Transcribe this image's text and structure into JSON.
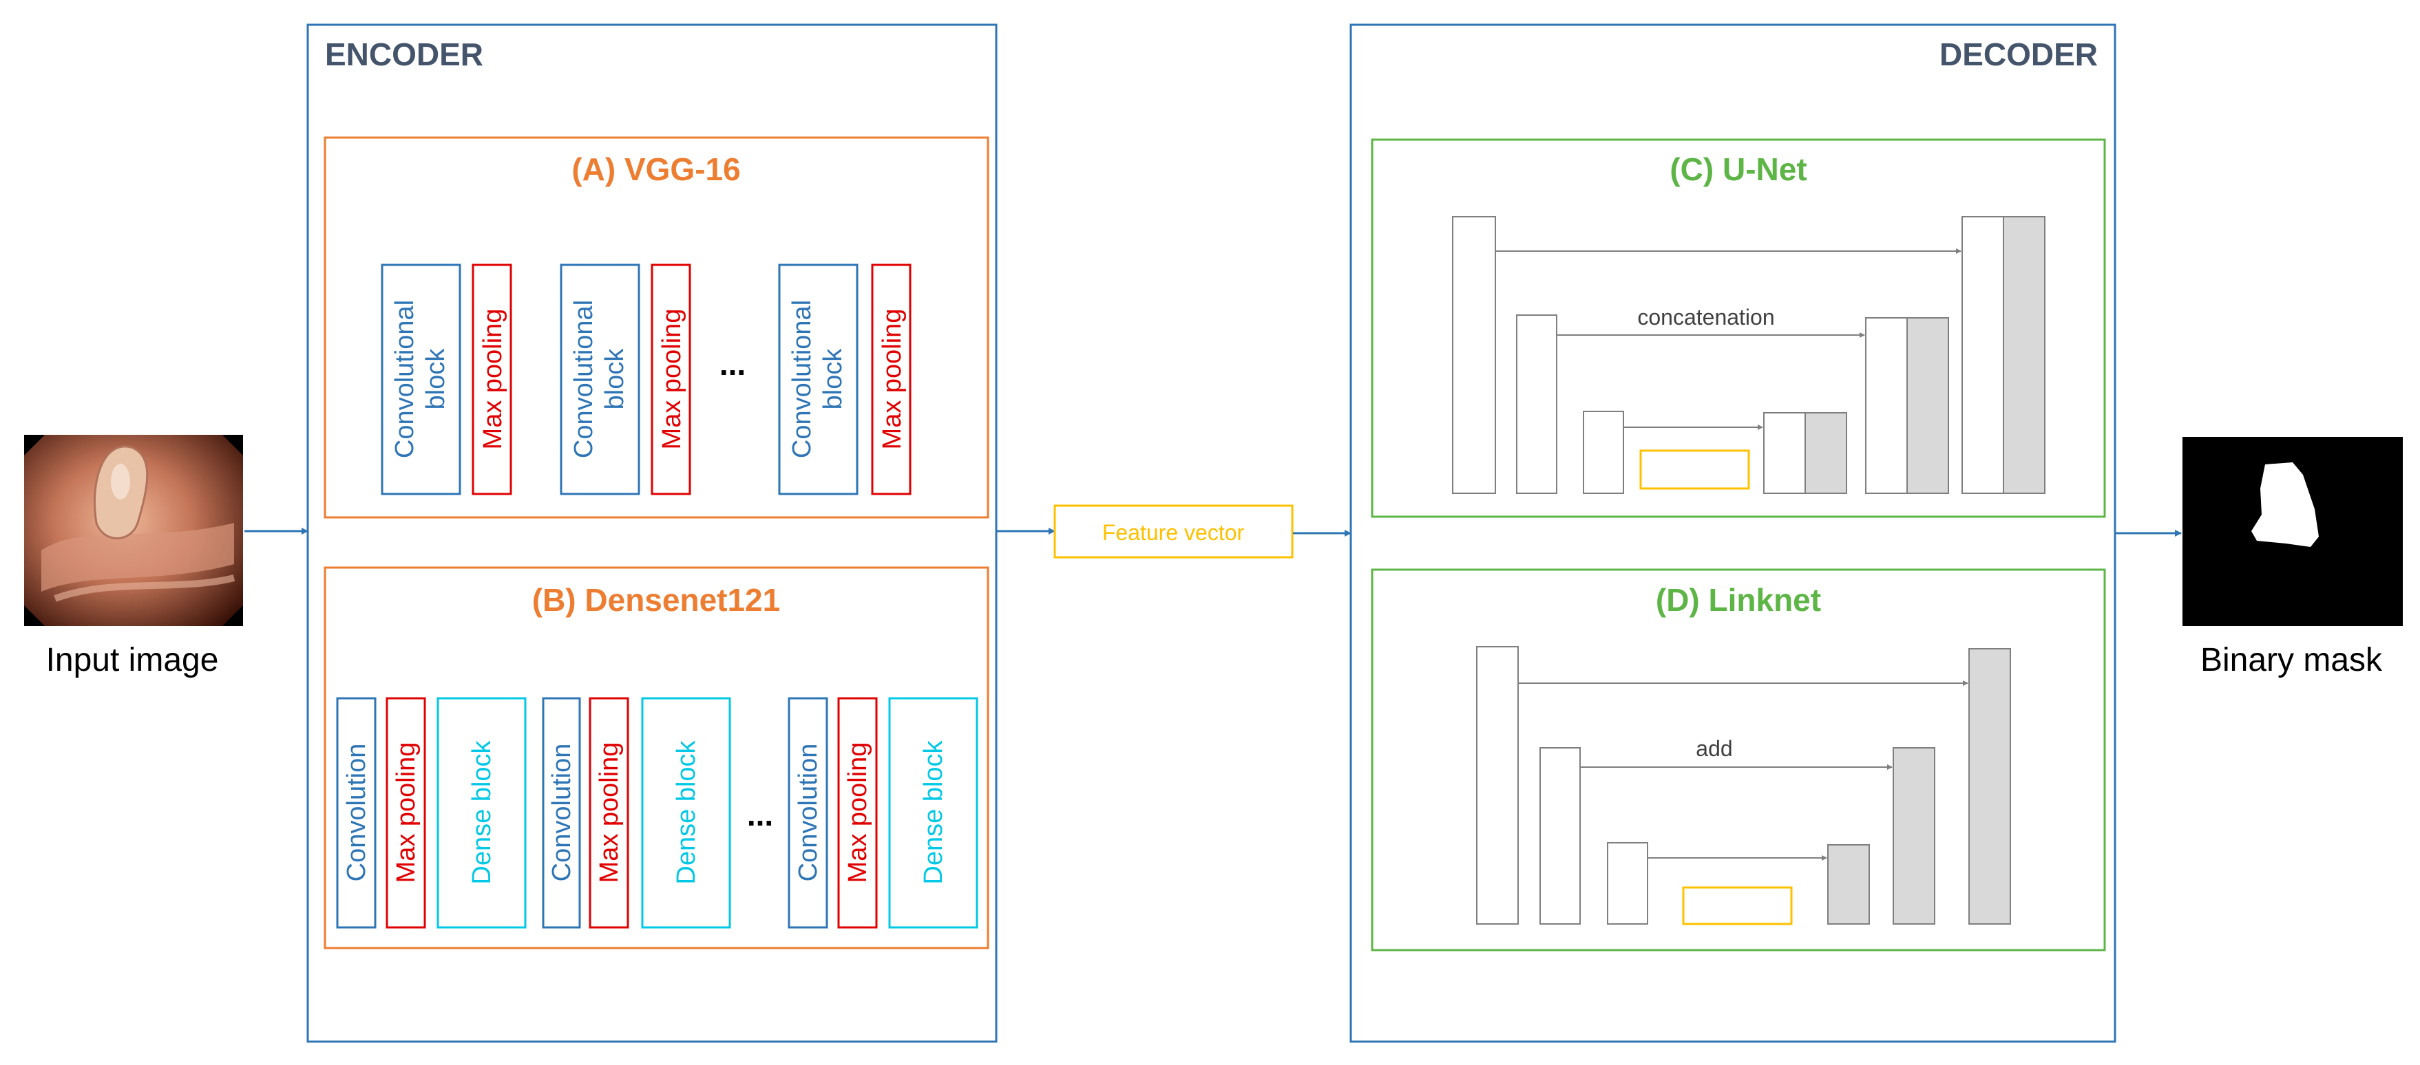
{
  "input": {
    "label": "Input image"
  },
  "output": {
    "label": "Binary mask"
  },
  "encoder": {
    "title": "ENCODER",
    "vgg": {
      "title": "(A) VGG-16",
      "conv_label_line1": "Convolutional",
      "conv_label_line2": "block",
      "pool_label": "Max pooling",
      "ellipsis": "..."
    },
    "densenet": {
      "title": "(B) Densenet121",
      "conv_label": "Convolution",
      "pool_label": "Max pooling",
      "dense_label": "Dense block",
      "ellipsis": "..."
    }
  },
  "feature_vector": {
    "label": "Feature vector"
  },
  "decoder": {
    "title": "DECODER",
    "unet": {
      "title": "(C) U-Net",
      "connection_label": "concatenation"
    },
    "linknet": {
      "title": "(D) Linknet",
      "connection_label": "add"
    }
  },
  "colors": {
    "frame_blue": "#2e75b6",
    "title_slate": "#44546a",
    "orange": "#ed7d31",
    "red": "#e00000",
    "conv_blue": "#2e75b6",
    "cyan": "#00c8e6",
    "green": "#5cb545",
    "yellow": "#ffc000",
    "gray_fill": "#d9d9d9",
    "gray_edge": "#7f7f7f"
  }
}
